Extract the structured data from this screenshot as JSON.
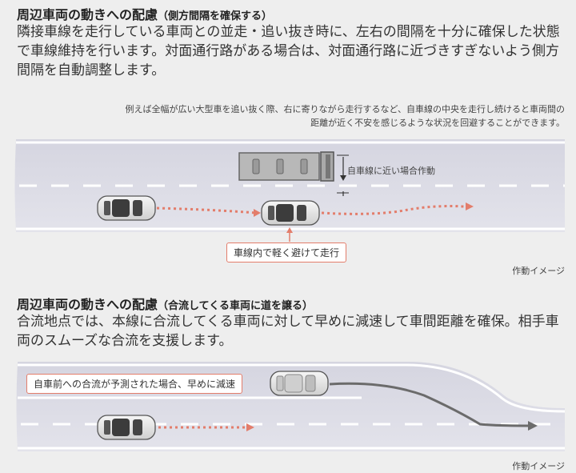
{
  "section1": {
    "title": "周辺車両の動きへの配慮",
    "subtitle": "（側方間隔を確保する）",
    "body": "隣接車線を走行している車両との並走・追い抜き時に、左右の間隔を十分に確保した状態で車線維持を行います。対面通行路がある場合は、対面通行路に近づきすぎないよう側方間隔を自動調整します。",
    "note": "例えば全幅が広い大型車を追い抜く際、右に寄りながら走行するなど、自車線の中央を走行し続けると車両間の距離が近く不安を感じるような状況を回避することができます。",
    "gap_label": "自車線に近い場合作動",
    "callout": "車線内で軽く避けて走行",
    "image_caption": "作動イメージ"
  },
  "section2": {
    "title": "周辺車両の動きへの配慮",
    "subtitle": "（合流してくる車両に道を譲る）",
    "body": "合流地点では、本線に合流してくる車両に対して早めに減速して車間距離を確保。相手車両のスムーズな合流を支援します。",
    "callout": "自車前への合流が予測された場合、早めに減速",
    "image_caption": "作動イメージ"
  },
  "colors": {
    "accent_red": "#e37d6b",
    "road": "#dcdce6",
    "arrow_gray": "#6b6b6b"
  }
}
